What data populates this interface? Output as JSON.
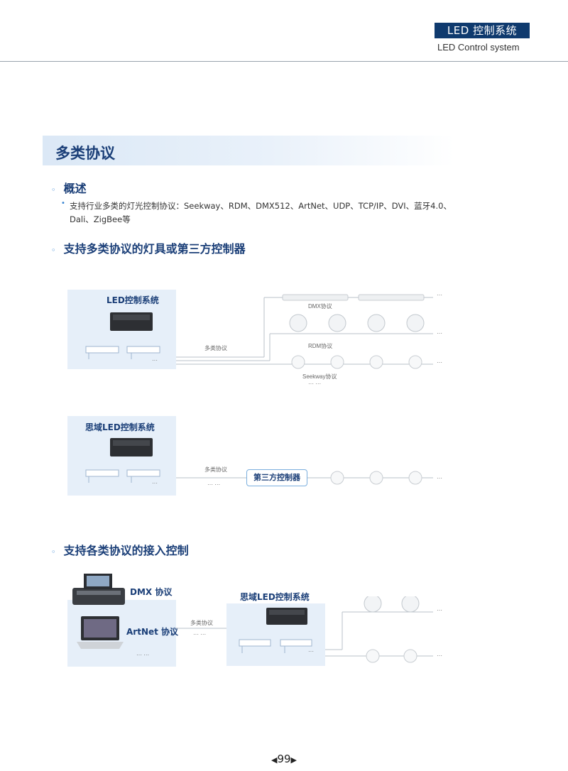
{
  "header": {
    "title_cn": "LED 控制系统",
    "title_en": "LED Control system"
  },
  "section": {
    "title": "多类协议"
  },
  "overview": {
    "heading": "概述",
    "text": "支持行业多类的灯光控制协议：Seekway、RDM、DMX512、ArtNet、UDP、TCP/IP、DVI、蓝牙4.0、Dali、ZigBee等"
  },
  "sub1": {
    "heading": "支持多类协议的灯具或第三方控制器",
    "diag1": {
      "box_label": "LED控制系统",
      "link_label": "多类协议",
      "dmx_label": "DMX协议",
      "rdm_label": "RDM协议",
      "seekway_label": "Seekway协议",
      "dots": "···",
      "dots6": "··· ···"
    },
    "diag2": {
      "box_label": "思域LED控制系统",
      "link_label": "多类协议",
      "third_party": "第三方控制器",
      "dots": "···",
      "dots6": "··· ···"
    }
  },
  "sub2": {
    "heading": "支持各类协议的接入控制",
    "dmx_label": "DMX 协议",
    "artnet_label": "ArtNet 协议",
    "link_label": "多类协议",
    "box_label": "思域LED控制系统",
    "dots": "···",
    "dots6": "··· ···"
  },
  "page_number": "99",
  "colors": {
    "brand_navy": "#0f3a6e",
    "heading_blue": "#1b3f78",
    "panel_bg": "#e6eff9",
    "bullet_blue": "#2f7fd0"
  }
}
